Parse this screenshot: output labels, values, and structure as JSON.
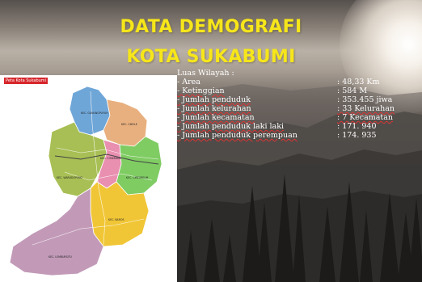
{
  "title": {
    "line1": "DATA DEMOGRAFI",
    "line2": "KOTA SUKABUMI"
  },
  "map": {
    "label": "Peta Kota Sukabumi",
    "districts": [
      {
        "name": "KEC. GUNUNGPUYUH",
        "color": "#6fa6d8"
      },
      {
        "name": "KEC. CIKOLE",
        "color": "#e9b07f"
      },
      {
        "name": "KEC. WARUDOYONG",
        "color": "#a8bf55"
      },
      {
        "name": "KEC. CITAMIANG",
        "color": "#e98fb0"
      },
      {
        "name": "KEC. CIBEUREUM",
        "color": "#7fcc63"
      },
      {
        "name": "KEC. BAROS",
        "color": "#f1c636"
      },
      {
        "name": "KEC. LEMBURSITU",
        "color": "#c29ab8"
      }
    ]
  },
  "info": {
    "heading": "Luas Wilayah :",
    "rows": [
      {
        "label": "- Area",
        "value": ": 48,33 Km"
      },
      {
        "label": "- Ketinggian",
        "value": ": 584 M"
      },
      {
        "label": "- Jumlah penduduk",
        "value": ": 353.455 jiwa"
      },
      {
        "label": "- Jumlah kelurahan",
        "value": ": 33 Kelurahan"
      },
      {
        "label": "- Jumlah kecamatan",
        "value": ": 7 Kecamatan"
      },
      {
        "label": "- Jumlah penduduk laki laki",
        "value": ": 171. 940"
      },
      {
        "label": "- Jumlah penduduk perempuan",
        "value": ": 174. 935"
      }
    ]
  }
}
